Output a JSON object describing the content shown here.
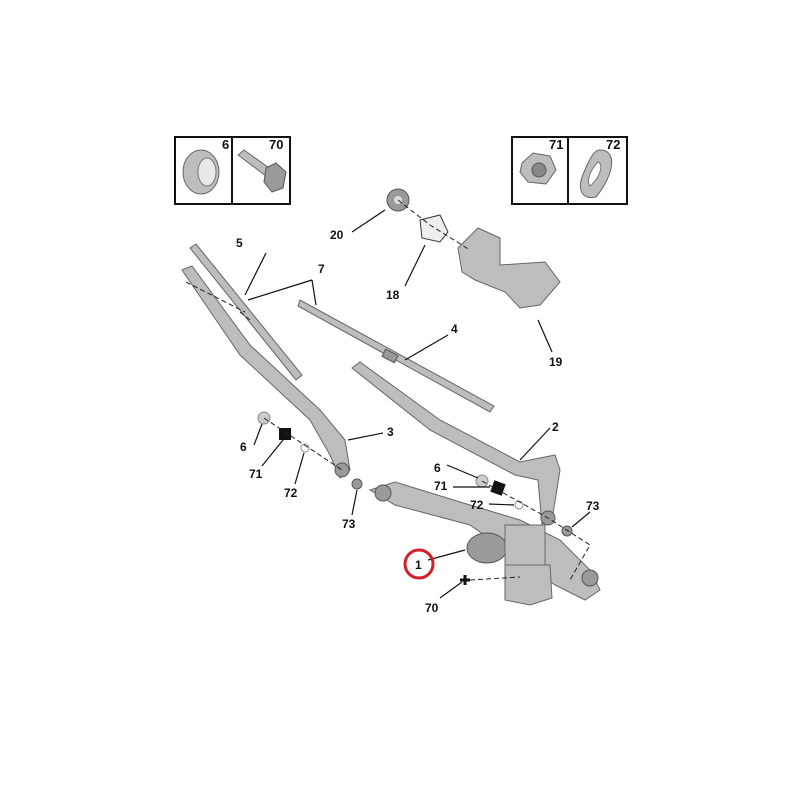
{
  "insets": {
    "left": {
      "items": [
        {
          "label": "6"
        },
        {
          "label": "70"
        }
      ]
    },
    "right": {
      "items": [
        {
          "label": "71"
        },
        {
          "label": "72"
        }
      ]
    }
  },
  "callouts": {
    "c5": "5",
    "c7": "7",
    "c20": "20",
    "c18": "18",
    "c4": "4",
    "c19": "19",
    "c6a": "6",
    "c71a": "71",
    "c72a": "72",
    "c3": "3",
    "c73a": "73",
    "c2": "2",
    "c6b": "6",
    "c71b": "71",
    "c72b": "72",
    "c73b": "73",
    "c1": "1",
    "c70": "70"
  },
  "highlight_color": "#d0202a"
}
